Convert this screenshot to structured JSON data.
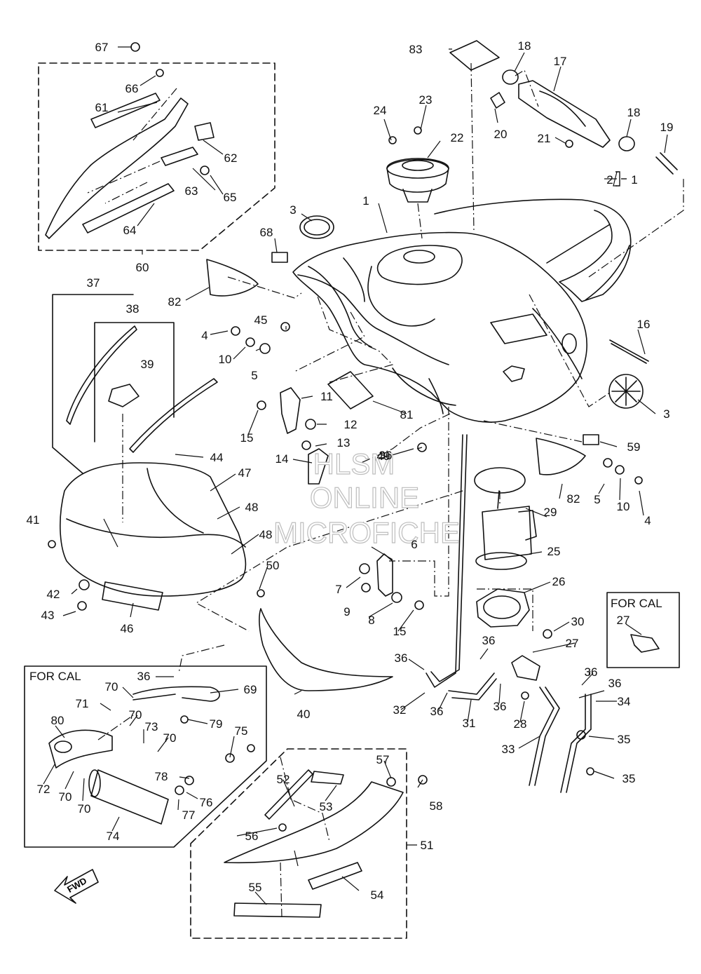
{
  "boxes": {
    "for_cal_small": "FOR CAL",
    "for_cal_large": "FOR CAL",
    "fwd_arrow": "FWD"
  },
  "watermark": {
    "line1": "HLSM",
    "line2": "ONLINE",
    "line3": "MICROFICHE"
  },
  "callouts": [
    {
      "id": "c1a",
      "text": "1"
    },
    {
      "id": "c1b",
      "text": "1"
    },
    {
      "id": "c2",
      "text": "2"
    },
    {
      "id": "c3a",
      "text": "3"
    },
    {
      "id": "c3b",
      "text": "3"
    },
    {
      "id": "c4a",
      "text": "4"
    },
    {
      "id": "c4b",
      "text": "4"
    },
    {
      "id": "c5a",
      "text": "5"
    },
    {
      "id": "c5b",
      "text": "5"
    },
    {
      "id": "c6",
      "text": "6"
    },
    {
      "id": "c7",
      "text": "7"
    },
    {
      "id": "c8",
      "text": "8"
    },
    {
      "id": "c9",
      "text": "9"
    },
    {
      "id": "c10a",
      "text": "10"
    },
    {
      "id": "c10b",
      "text": "10"
    },
    {
      "id": "c11",
      "text": "11"
    },
    {
      "id": "c12",
      "text": "12"
    },
    {
      "id": "c13",
      "text": "13"
    },
    {
      "id": "c14",
      "text": "14"
    },
    {
      "id": "c15a",
      "text": "15"
    },
    {
      "id": "c15b",
      "text": "15"
    },
    {
      "id": "c16",
      "text": "16"
    },
    {
      "id": "c17",
      "text": "17"
    },
    {
      "id": "c18a",
      "text": "18"
    },
    {
      "id": "c18b",
      "text": "18"
    },
    {
      "id": "c19",
      "text": "19"
    },
    {
      "id": "c20",
      "text": "20"
    },
    {
      "id": "c21",
      "text": "21"
    },
    {
      "id": "c22",
      "text": "22"
    },
    {
      "id": "c23",
      "text": "23"
    },
    {
      "id": "c24",
      "text": "24"
    },
    {
      "id": "c25",
      "text": "25"
    },
    {
      "id": "c26",
      "text": "26"
    },
    {
      "id": "c27a",
      "text": "27"
    },
    {
      "id": "c27b",
      "text": "27"
    },
    {
      "id": "c28",
      "text": "28"
    },
    {
      "id": "c29",
      "text": "29"
    },
    {
      "id": "c30",
      "text": "30"
    },
    {
      "id": "c31",
      "text": "31"
    },
    {
      "id": "c32",
      "text": "32"
    },
    {
      "id": "c33",
      "text": "33"
    },
    {
      "id": "c34",
      "text": "34"
    },
    {
      "id": "c35a",
      "text": "35"
    },
    {
      "id": "c35b",
      "text": "35"
    },
    {
      "id": "c36a",
      "text": "36"
    },
    {
      "id": "c36b",
      "text": "36"
    },
    {
      "id": "c36c",
      "text": "36"
    },
    {
      "id": "c36d",
      "text": "36"
    },
    {
      "id": "c36e",
      "text": "36"
    },
    {
      "id": "c36f",
      "text": "36"
    },
    {
      "id": "c36g",
      "text": "36"
    },
    {
      "id": "c36h",
      "text": "36"
    },
    {
      "id": "c37",
      "text": "37"
    },
    {
      "id": "c38",
      "text": "38"
    },
    {
      "id": "c39",
      "text": "39"
    },
    {
      "id": "c40",
      "text": "40"
    },
    {
      "id": "c41",
      "text": "41"
    },
    {
      "id": "c42",
      "text": "42"
    },
    {
      "id": "c43",
      "text": "43"
    },
    {
      "id": "c44",
      "text": "44"
    },
    {
      "id": "c45",
      "text": "45"
    },
    {
      "id": "c46",
      "text": "46"
    },
    {
      "id": "c47",
      "text": "47"
    },
    {
      "id": "c48a",
      "text": "48"
    },
    {
      "id": "c48b",
      "text": "48"
    },
    {
      "id": "c49",
      "text": "49"
    },
    {
      "id": "c50",
      "text": "50"
    },
    {
      "id": "c51",
      "text": "51"
    },
    {
      "id": "c52",
      "text": "52"
    },
    {
      "id": "c53",
      "text": "53"
    },
    {
      "id": "c54",
      "text": "54"
    },
    {
      "id": "c55",
      "text": "55"
    },
    {
      "id": "c56",
      "text": "56"
    },
    {
      "id": "c57",
      "text": "57"
    },
    {
      "id": "c58",
      "text": "58"
    },
    {
      "id": "c59",
      "text": "59"
    },
    {
      "id": "c60",
      "text": "60"
    },
    {
      "id": "c61",
      "text": "61"
    },
    {
      "id": "c62",
      "text": "62"
    },
    {
      "id": "c63",
      "text": "63"
    },
    {
      "id": "c64",
      "text": "64"
    },
    {
      "id": "c65",
      "text": "65"
    },
    {
      "id": "c66",
      "text": "66"
    },
    {
      "id": "c67",
      "text": "67"
    },
    {
      "id": "c68",
      "text": "68"
    },
    {
      "id": "c69",
      "text": "69"
    },
    {
      "id": "c70a",
      "text": "70"
    },
    {
      "id": "c70b",
      "text": "70"
    },
    {
      "id": "c70c",
      "text": "70"
    },
    {
      "id": "c70d",
      "text": "70"
    },
    {
      "id": "c70e",
      "text": "70"
    },
    {
      "id": "c71",
      "text": "71"
    },
    {
      "id": "c72",
      "text": "72"
    },
    {
      "id": "c73",
      "text": "73"
    },
    {
      "id": "c74",
      "text": "74"
    },
    {
      "id": "c75",
      "text": "75"
    },
    {
      "id": "c76",
      "text": "76"
    },
    {
      "id": "c77",
      "text": "77"
    },
    {
      "id": "c78",
      "text": "78"
    },
    {
      "id": "c79",
      "text": "79"
    },
    {
      "id": "c80",
      "text": "80"
    },
    {
      "id": "c81",
      "text": "81"
    },
    {
      "id": "c82a",
      "text": "82"
    },
    {
      "id": "c82b",
      "text": "82"
    },
    {
      "id": "c83",
      "text": "83"
    }
  ]
}
